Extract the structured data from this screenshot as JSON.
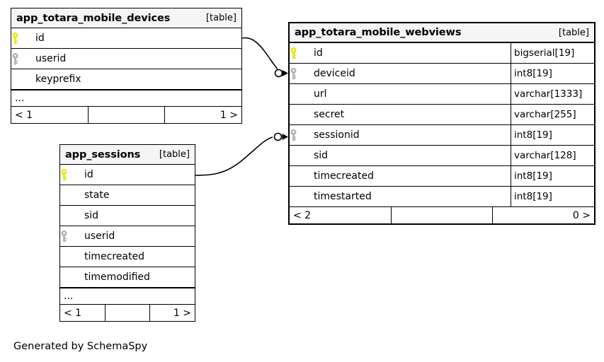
{
  "diagram": {
    "caption": "Generated by SchemaSpy",
    "table_tag": "[table]",
    "ellipsis": "...",
    "colors": {
      "primary_key": "#e8e80f",
      "foreign_key": "#b3b3b3",
      "header_bg": "#f5f5f5",
      "border": "#000000",
      "background": "#ffffff"
    }
  },
  "tables": [
    {
      "name": "app_totara_mobile_devices",
      "tag": "[table]",
      "columns": [
        {
          "key": "primary",
          "name": "id",
          "type": ""
        },
        {
          "key": "foreign",
          "name": "userid",
          "type": ""
        },
        {
          "key": "none",
          "name": "keyprefix",
          "type": ""
        }
      ],
      "more_indicator": "...",
      "footer": {
        "left": "< 1",
        "middle": "",
        "right": "1 >"
      }
    },
    {
      "name": "app_totara_mobile_webviews",
      "tag": "[table]",
      "columns": [
        {
          "key": "primary",
          "name": "id",
          "type": "bigserial[19]"
        },
        {
          "key": "foreign",
          "name": "deviceid",
          "type": "int8[19]"
        },
        {
          "key": "none",
          "name": "url",
          "type": "varchar[1333]"
        },
        {
          "key": "none",
          "name": "secret",
          "type": "varchar[255]"
        },
        {
          "key": "foreign",
          "name": "sessionid",
          "type": "int8[19]"
        },
        {
          "key": "none",
          "name": "sid",
          "type": "varchar[128]"
        },
        {
          "key": "none",
          "name": "timecreated",
          "type": "int8[19]"
        },
        {
          "key": "none",
          "name": "timestarted",
          "type": "int8[19]"
        }
      ],
      "more_indicator": "",
      "footer": {
        "left": "< 2",
        "middle": "",
        "right": "0 >"
      }
    },
    {
      "name": "app_sessions",
      "tag": "[table]",
      "columns": [
        {
          "key": "primary",
          "name": "id",
          "type": ""
        },
        {
          "key": "none",
          "name": "state",
          "type": ""
        },
        {
          "key": "none",
          "name": "sid",
          "type": ""
        },
        {
          "key": "foreign",
          "name": "userid",
          "type": ""
        },
        {
          "key": "none",
          "name": "timecreated",
          "type": ""
        },
        {
          "key": "none",
          "name": "timemodified",
          "type": ""
        }
      ],
      "more_indicator": "...",
      "footer": {
        "left": "< 1",
        "middle": "",
        "right": "1 >"
      }
    }
  ],
  "relationships": [
    {
      "from_table": "app_totara_mobile_devices",
      "from_column": "id",
      "to_table": "app_totara_mobile_webviews",
      "to_column": "deviceid",
      "start_marker": "none",
      "end_marker": "zero-or-many"
    },
    {
      "from_table": "app_sessions",
      "from_column": "id",
      "to_table": "app_totara_mobile_webviews",
      "to_column": "sessionid",
      "start_marker": "none",
      "end_marker": "zero-or-many"
    }
  ]
}
